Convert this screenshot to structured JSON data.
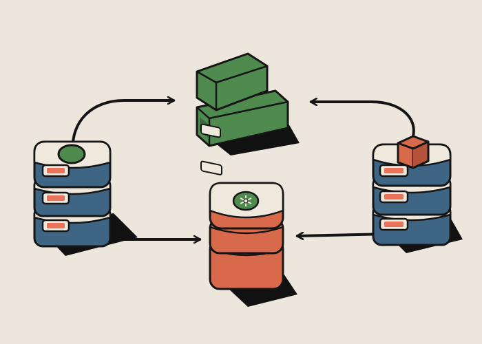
{
  "colors": {
    "background": "#ece6dd",
    "outline": "#151515",
    "shadow": "#111111",
    "cream": "#efe8dc",
    "blue": "#3f6585",
    "blue_dark": "#2d4b66",
    "green": "#4f8a4f",
    "green_dark": "#3a6a3c",
    "red": "#d9694b",
    "red_dark": "#b5533a",
    "label": "#e9735a"
  },
  "nodes": [
    {
      "name": "left-server-stack",
      "kind": "server-rack",
      "color": "blue",
      "top_marker": "green-circle",
      "units": 3
    },
    {
      "name": "top-green-block",
      "kind": "split-block",
      "color": "green",
      "units": 2
    },
    {
      "name": "bottom-red-stack",
      "kind": "server-rack",
      "color": "red",
      "top_marker": "hub-icon",
      "units": 3
    },
    {
      "name": "right-server-stack",
      "kind": "server-rack",
      "color": "blue",
      "top_marker": "red-cube",
      "units": 3
    }
  ],
  "connections": [
    {
      "name": "arrow-left-to-top",
      "from": "left-server-stack",
      "to": "top-green-block"
    },
    {
      "name": "arrow-right-to-top",
      "from": "right-server-stack",
      "to": "top-green-block"
    },
    {
      "name": "arrow-left-to-bottom",
      "from": "left-server-stack",
      "to": "bottom-red-stack"
    },
    {
      "name": "arrow-right-to-bottom",
      "from": "right-server-stack",
      "to": "bottom-red-stack"
    }
  ]
}
